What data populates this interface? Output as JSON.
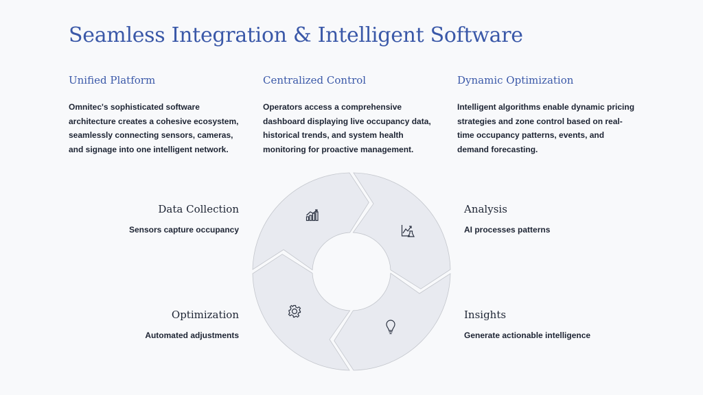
{
  "title": "Seamless Integration & Intelligent Software",
  "columns": [
    {
      "heading": "Unified Platform",
      "body": "Omnitec's sophisticated software architecture creates a cohesive ecosystem, seamlessly connecting sensors, cameras, and signage into one intelligent network."
    },
    {
      "heading": "Centralized Control",
      "body": "Operators access a comprehensive dashboard displaying live occupancy data, historical trends, and system health monitoring for proactive management."
    },
    {
      "heading": "Dynamic Optimization",
      "body": "Intelligent algorithms enable dynamic pricing strategies and zone control based on real-time occupancy patterns, events, and demand forecasting."
    }
  ],
  "cycle": [
    {
      "label": "Data Collection",
      "desc": "Sensors capture occupancy",
      "icon": "bar-chart-growth-icon"
    },
    {
      "label": "Analysis",
      "desc": "AI processes patterns",
      "icon": "chart-flask-icon"
    },
    {
      "label": "Insights",
      "desc": "Generate actionable intelligence",
      "icon": "lightbulb-icon"
    },
    {
      "label": "Optimization",
      "desc": "Automated adjustments",
      "icon": "gear-icon"
    }
  ],
  "colors": {
    "accent": "#3a58a8",
    "segment": "#e8eaf0",
    "text": "#1d2433"
  }
}
